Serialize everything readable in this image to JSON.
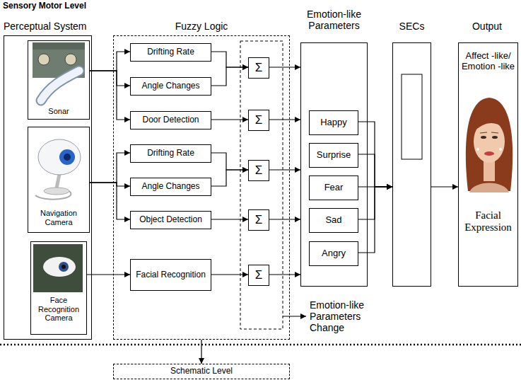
{
  "diagram": {
    "title": "Sensory Motor Level",
    "nodes": [
      {
        "text": [
          "Perceptual System"
        ]
      },
      {
        "text": [
          "Sonar"
        ],
        "in": 0
      },
      {
        "text": [
          "Navigation Camera"
        ],
        "in": 0
      },
      {
        "text": [
          "Face Recognition Camera"
        ],
        "in": 0
      },
      {
        "text": [
          "Fuzzy Logic"
        ]
      },
      {
        "text": [
          "Drifting Rate"
        ],
        "in": 4
      },
      {
        "text": [
          "Angle Changes"
        ],
        "in": 4
      },
      {
        "text": [
          "Door Detection"
        ],
        "in": 4
      },
      {
        "text": [
          "Drifting Rate"
        ],
        "in": 4
      },
      {
        "text": [
          "Angle Changes"
        ],
        "in": 4
      },
      {
        "text": [
          "Object Detection"
        ],
        "in": 4
      },
      {
        "text": [
          "Facial Recognition"
        ],
        "in": 4
      },
      {
        "text": [
          "Σ"
        ],
        "in": 4
      },
      {
        "text": [
          "Σ"
        ],
        "in": 4
      },
      {
        "text": [
          "Σ"
        ],
        "in": 4
      },
      {
        "text": [
          "Σ"
        ],
        "in": 4
      },
      {
        "text": [
          "Σ"
        ],
        "in": 4
      },
      {
        "text": [
          "Emotion-like Parameters"
        ]
      },
      {
        "text": [
          "Happy"
        ],
        "in": 17
      },
      {
        "text": [
          "Surprise"
        ],
        "in": 17
      },
      {
        "text": [
          "Fear"
        ],
        "in": 17
      },
      {
        "text": [
          "Sad"
        ],
        "in": 17
      },
      {
        "text": [
          "Angry"
        ],
        "in": 17
      },
      {
        "text": [
          "SECs"
        ]
      },
      {
        "text": [
          "Output",
          "Affect -like/ Emotion -like",
          "Facial Expression"
        ]
      },
      {
        "text": [
          "Schematic Level"
        ]
      }
    ],
    "edges": [
      {
        "from": 1,
        "to": 5,
        "arrow": "to"
      },
      {
        "from": 1,
        "to": 6,
        "arrow": "to"
      },
      {
        "from": 1,
        "to": 7,
        "arrow": "to"
      },
      {
        "from": 2,
        "to": 8,
        "arrow": "to"
      },
      {
        "from": 2,
        "to": 9,
        "arrow": "to"
      },
      {
        "from": 2,
        "to": 10,
        "arrow": "to"
      },
      {
        "from": 3,
        "to": 11,
        "arrow": "to"
      },
      {
        "from": 5,
        "to": 12,
        "arrow": "to"
      },
      {
        "from": 6,
        "to": 12,
        "arrow": "to"
      },
      {
        "from": 7,
        "to": 13,
        "arrow": "to"
      },
      {
        "from": 8,
        "to": 14,
        "arrow": "to"
      },
      {
        "from": 9,
        "to": 14,
        "arrow": "to"
      },
      {
        "from": 10,
        "to": 15,
        "arrow": "to"
      },
      {
        "from": 11,
        "to": 16,
        "arrow": "to"
      },
      {
        "from": 12,
        "to": 17,
        "arrow": "to"
      },
      {
        "from": 13,
        "to": 17,
        "arrow": "to"
      },
      {
        "from": 14,
        "to": 17,
        "arrow": "to"
      },
      {
        "from": 15,
        "to": 17,
        "arrow": "to"
      },
      {
        "from": 16,
        "to": 17,
        "arrow": "to"
      },
      {
        "from": 18,
        "to": 23,
        "arrow": "to"
      },
      {
        "from": 19,
        "to": 23,
        "arrow": "to"
      },
      {
        "from": 20,
        "to": 23,
        "arrow": "to"
      },
      {
        "from": 21,
        "to": 23,
        "arrow": "to"
      },
      {
        "from": 22,
        "to": 23,
        "arrow": "to"
      },
      {
        "from": 23,
        "to": 24,
        "arrow": "to"
      },
      {
        "from": 4,
        "to": 25,
        "arrow": "to"
      }
    ],
    "labels": [
      "Emotion-like Parameters Change"
    ]
  }
}
